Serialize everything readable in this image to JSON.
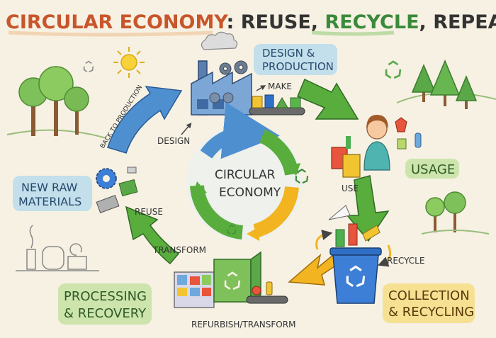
{
  "title": {
    "part1": "CIRCULAR ECONOMY",
    "part2": ": REUSE, ",
    "part3": "RECYCLE",
    "part4": ", REPEAT!"
  },
  "stages": {
    "design_production": {
      "line1": "DESIGN &",
      "line2": "PRODUCTION"
    },
    "usage": "USAGE",
    "collection": {
      "line1": "COLLECTION",
      "line2": "& RECYCLING"
    },
    "processing": {
      "line1": "PROCESSING",
      "line2": "& RECOVERY"
    },
    "raw_materials": {
      "line1": "NEW RAW",
      "line2": "MATERIALS"
    }
  },
  "center": {
    "line1": "CIRCULAR",
    "line2": "ECONOMY"
  },
  "step_labels": {
    "make": "MAKE",
    "use": "USE",
    "recycle": "RECYCLE",
    "refurbish": "REFURBISH/TRANSFORM",
    "transform": "TRANSFORM",
    "reuse": "REUSE",
    "design": "DESIGN",
    "back_to_production": "BACK TO PRODUCTION"
  },
  "colors": {
    "title_orange": "#c8552b",
    "title_green": "#3b8a3b",
    "title_dark": "#333333",
    "label_blue_bg": "#b9dcec",
    "label_green_bg": "#c9e3a6",
    "label_yellow_bg": "#f6df8a",
    "arrow_blue": "#4e8fd0",
    "arrow_green": "#58ad3d",
    "arrow_yellow": "#f2b521",
    "bin_blue": "#2f6fc6"
  },
  "icons": [
    "sun-icon",
    "recycle-icon",
    "factory-icon",
    "gear-icon",
    "woman-shopper-icon",
    "recycling-bin-icon",
    "compactor-machine-icon",
    "tree-icon"
  ]
}
